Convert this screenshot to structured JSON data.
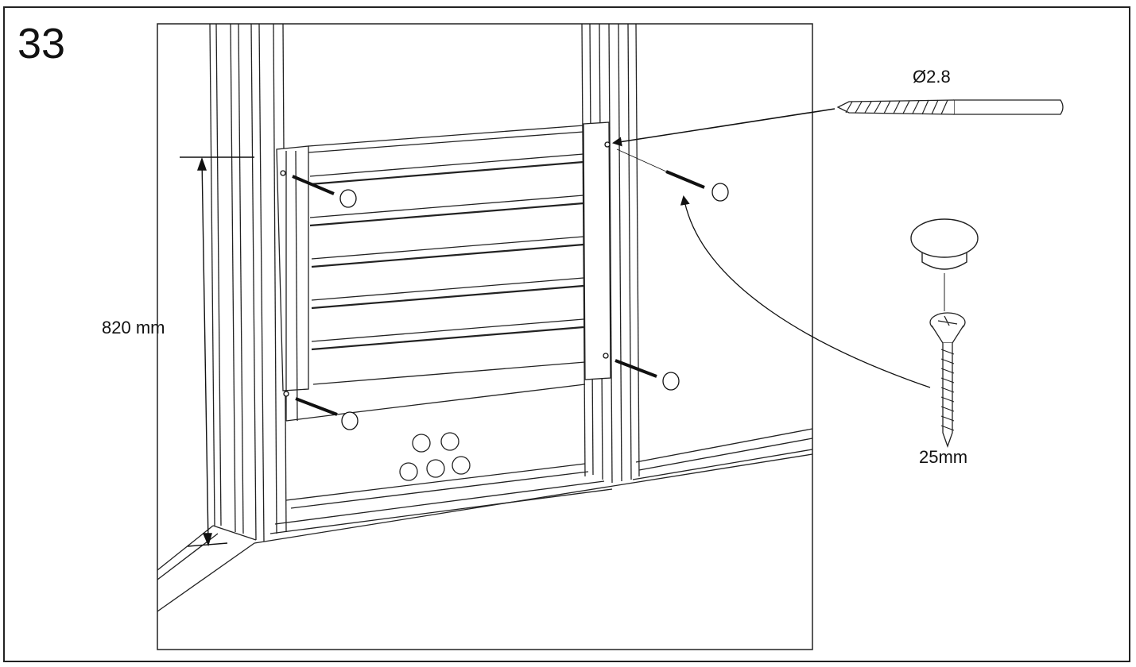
{
  "step_number": "33",
  "labels": {
    "dimension": "820 mm",
    "drill_diameter": "Ø2.8",
    "screw_length": "25mm"
  },
  "icons": [
    "drill-bit-icon",
    "screw-icon",
    "screw-cap-icon",
    "spare-caps-icon"
  ]
}
